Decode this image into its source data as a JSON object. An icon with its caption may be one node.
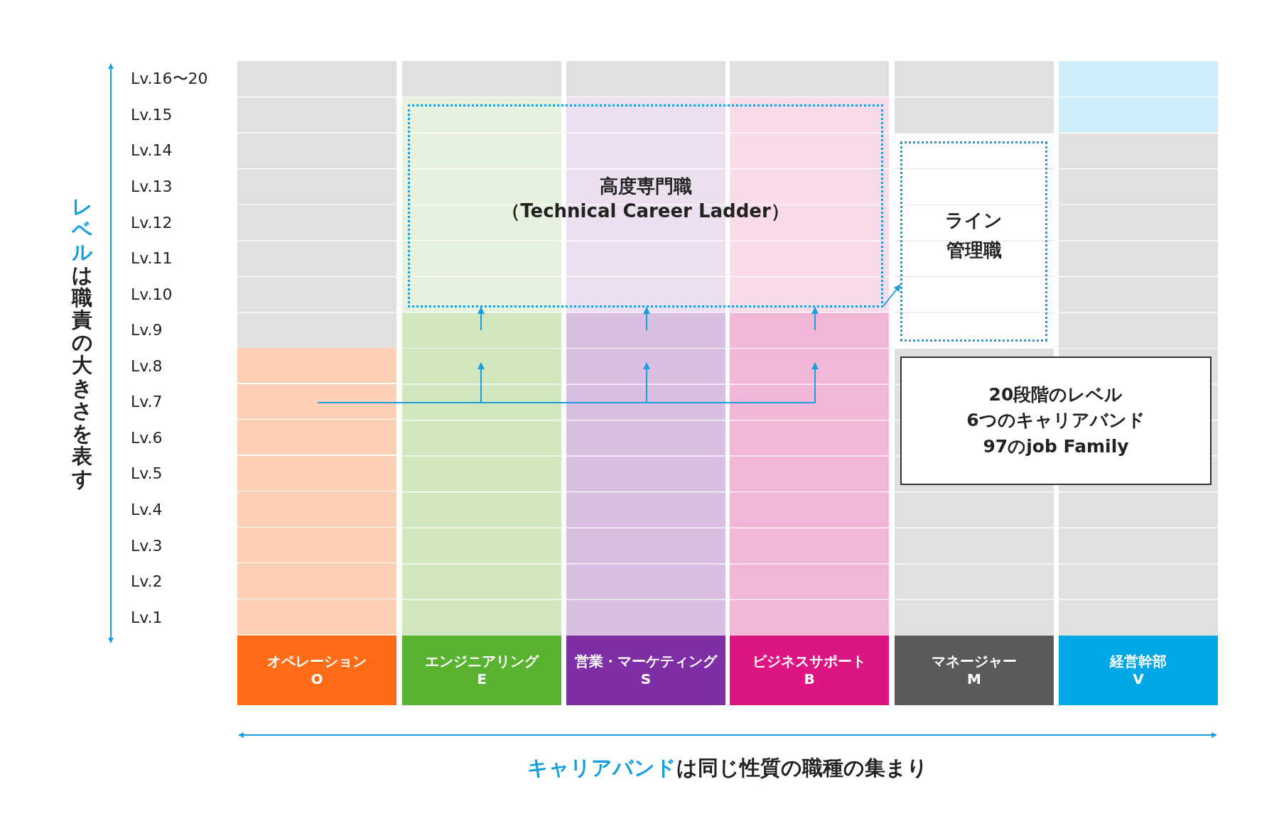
{
  "diagram": {
    "caption": "**キャリアバンド**は同じ性質の職種の集まり",
    "nodes": [
      {
        "text": [
          "高度専門職",
          "（Technical Career Ladder）"
        ]
      },
      {
        "text": [
          "ライン管理職"
        ]
      },
      {
        "text": [
          "20段階のレベル",
          "6つのキャリアバンド",
          "97のjob Family"
        ]
      },
      {
        "text": [],
        "shape": "box"
      },
      {
        "text": [
          "オペレーション",
          "O"
        ]
      },
      {
        "text": [
          "エンジニアリング",
          "E"
        ]
      },
      {
        "text": [
          "営業・マーケティング",
          "S"
        ]
      },
      {
        "text": [
          "ビジネスサポート",
          "B"
        ]
      },
      {
        "text": [
          "マネージャー",
          "M"
        ]
      },
      {
        "text": [
          "経営幹部",
          "V"
        ]
      }
    ],
    "edges": [
      {
        "from": 3,
        "to": null,
        "arrow": "to",
        "color": "#1a9ee0"
      },
      {
        "from": 3,
        "to": null,
        "arrow": "to",
        "color": "#1a9ee0"
      },
      {
        "from": 3,
        "to": null,
        "arrow": "to",
        "color": "#1a9ee0"
      },
      {
        "from": null,
        "to": 0,
        "arrow": "to",
        "color": "#1a9ee0"
      },
      {
        "from": null,
        "to": 0,
        "arrow": "to",
        "color": "#1a9ee0"
      },
      {
        "from": null,
        "to": 0,
        "arrow": "to",
        "color": "#1a9ee0"
      },
      {
        "from": 0,
        "to": 1,
        "arrow": "to",
        "color": "#1a9ee0"
      }
    ],
    "labels": [
      "**レベル**は職責の大きさを表す",
      "Lv.16〜20",
      "Lv.15",
      "Lv.14",
      "Lv.13",
      "Lv.12",
      "Lv.11",
      "Lv.10",
      "Lv.9",
      "Lv.8",
      "Lv.7",
      "Lv.6",
      "Lv.5",
      "Lv.4",
      "Lv.3",
      "Lv.2",
      "Lv.1"
    ]
  }
}
